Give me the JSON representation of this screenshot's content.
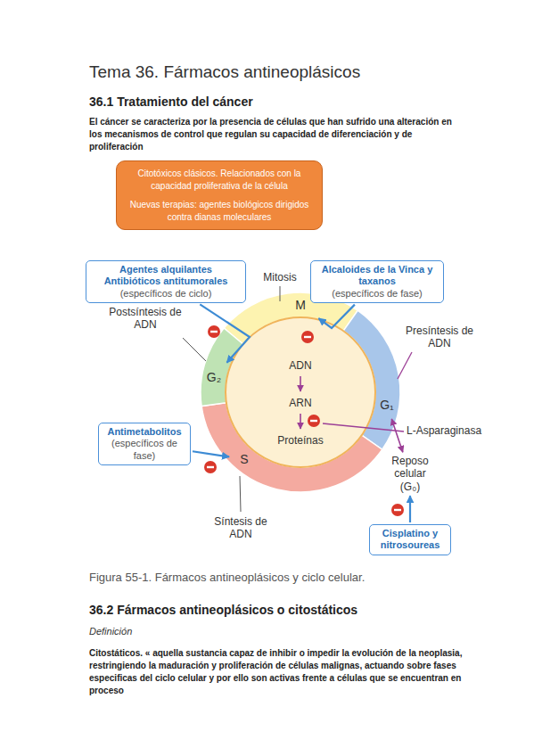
{
  "diagram": {
    "title": "Tema 36. Fármacos antineoplásicos",
    "caption": "Figura 55-1. Fármacos antineoplásicos y ciclo celular.",
    "nodes": [
      {
        "text": [
          "Citotóxicos clásicos. Relacionados con la capacidad proliferativa de la célula",
          "Nuevas terapias: agentes biológicos dirigidos contra dianas moleculares"
        ]
      },
      {
        "text": [
          "Agentes alquilantes Antibióticos antitumorales",
          "(específicos de ciclo)"
        ]
      },
      {
        "text": [
          "M"
        ]
      },
      {
        "text": [
          "Alcaloides de la Vinca y taxanos",
          "(específicos de fase)"
        ]
      },
      {
        "text": [
          "G₂"
        ]
      },
      {
        "text": [
          "ADN"
        ]
      },
      {
        "text": [
          "G₁"
        ]
      },
      {
        "text": [
          "ARN"
        ]
      },
      {
        "text": [
          "Antimetabolitos",
          "(específicos de fase)"
        ]
      },
      {
        "text": [
          "Proteínas"
        ]
      },
      {
        "text": [
          "S"
        ]
      },
      {
        "text": [
          "Reposo celular (G₀)"
        ]
      },
      {
        "text": [
          "Cisplatino y nitrosoureas"
        ]
      }
    ],
    "edges": [
      {
        "from": 1,
        "to": 4,
        "arrow": "to"
      },
      {
        "from": 3,
        "to": 2,
        "arrow": "to"
      },
      {
        "from": 5,
        "to": 7,
        "arrow": "to"
      },
      {
        "from": 7,
        "to": 9,
        "arrow": "to"
      },
      {
        "from": 8,
        "to": 10,
        "arrow": "to"
      },
      {
        "from": 6,
        "to": 11,
        "arrow": "both"
      },
      {
        "from": 12,
        "to": 11,
        "arrow": "to"
      }
    ],
    "labels": [
      "36.1 Tratamiento del cáncer",
      "El cáncer se caracteriza por la presencia de células que han sufrido una alteración en los mecanismos de control que regulan su capacidad de diferenciación y de proliferación",
      "Mitosis",
      "Postsíntesis de ADN",
      "Presíntesis de ADN",
      "L-Asparaginasa",
      "Síntesis de ADN",
      "36.2 Fármacos antineoplásicos o citostáticos",
      "Definición",
      "Citostáticos. « aquella sustancia capaz de inhibir o impedir la evolución de la neoplasia, restringiendo la maduración y proliferación de células malignas, actuando sobre fases especificas del ciclo celular y por ello son activas frente a células que se encuentran en proceso"
    ]
  }
}
